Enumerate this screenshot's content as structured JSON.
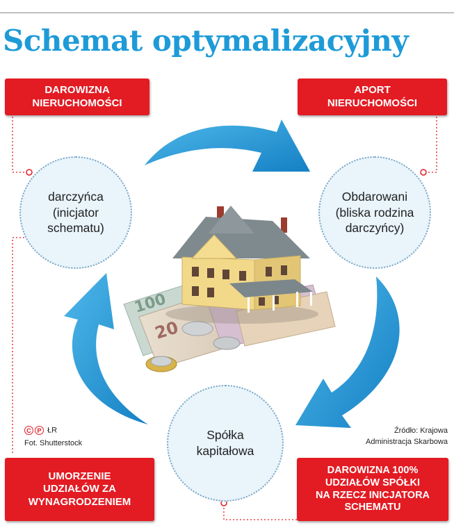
{
  "title": "Schemat optymalizacyjny",
  "boxes": {
    "top_left": [
      "DAROWIZNA",
      "NIERUCHOMOŚCI"
    ],
    "top_right": [
      "APORT",
      "NIERUCHOMOŚCI"
    ],
    "bottom_left": [
      "UMORZENIE",
      "UDZIAŁÓW ZA",
      "WYNAGRODZENIEM"
    ],
    "bottom_right": [
      "DAROWIZNA 100%",
      "UDZIAŁÓW SPÓŁKI",
      "NA RZECZ INICJATORA",
      "SCHEMATU"
    ]
  },
  "circles": {
    "left": "darczyńca\n(inicjator\nschematu)",
    "right": "Obdarowani\n(bliska rodzina\ndarczyńcy)",
    "bottom": "Spółka\nkapitałowa"
  },
  "credits": {
    "copyright_symbol": "C",
    "protected_symbol": "P",
    "author": "ŁR",
    "photo": "Fot. Shutterstock"
  },
  "source": {
    "line1": "Źródło: Krajowa",
    "line2": "Administracja Skarbowa"
  },
  "colors": {
    "title_blue": "#1e9bd7",
    "box_red": "#e31b23",
    "arrow_blue": "#1f9ad6",
    "circle_fill": "#e9f4fb"
  },
  "icons": [
    "copyright-icon",
    "phonogram-icon",
    "house-on-money-image",
    "cycle-arrow"
  ]
}
